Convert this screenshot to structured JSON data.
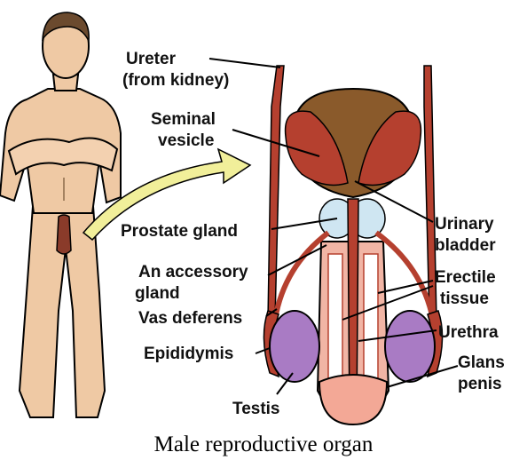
{
  "labels": {
    "ureter_line1": "Ureter",
    "ureter_line2": "(from kidney)",
    "seminal_line1": "Seminal",
    "seminal_line2": "vesicle",
    "prostate": "Prostate gland",
    "accessory_line1": "An accessory",
    "accessory_line2": "gland",
    "vas_deferens": "Vas deferens",
    "epididymis": "Epididymis",
    "testis": "Testis",
    "urinary_line1": "Urinary",
    "urinary_line2": "bladder",
    "erectile_line1": "Erectile",
    "erectile_line2": "tissue",
    "urethra": "Urethra",
    "glans_line1": "Glans",
    "glans_line2": "penis"
  },
  "caption": "Male reproductive organ",
  "colors": {
    "skin": "#efc9a4",
    "muscle": "#b5402f",
    "bladder": "#8a5a2b",
    "prostate": "#cfe6f2",
    "testis": "#a97bc4",
    "erectile": "#f1b5a5",
    "arrow": "#f1ef9a"
  }
}
